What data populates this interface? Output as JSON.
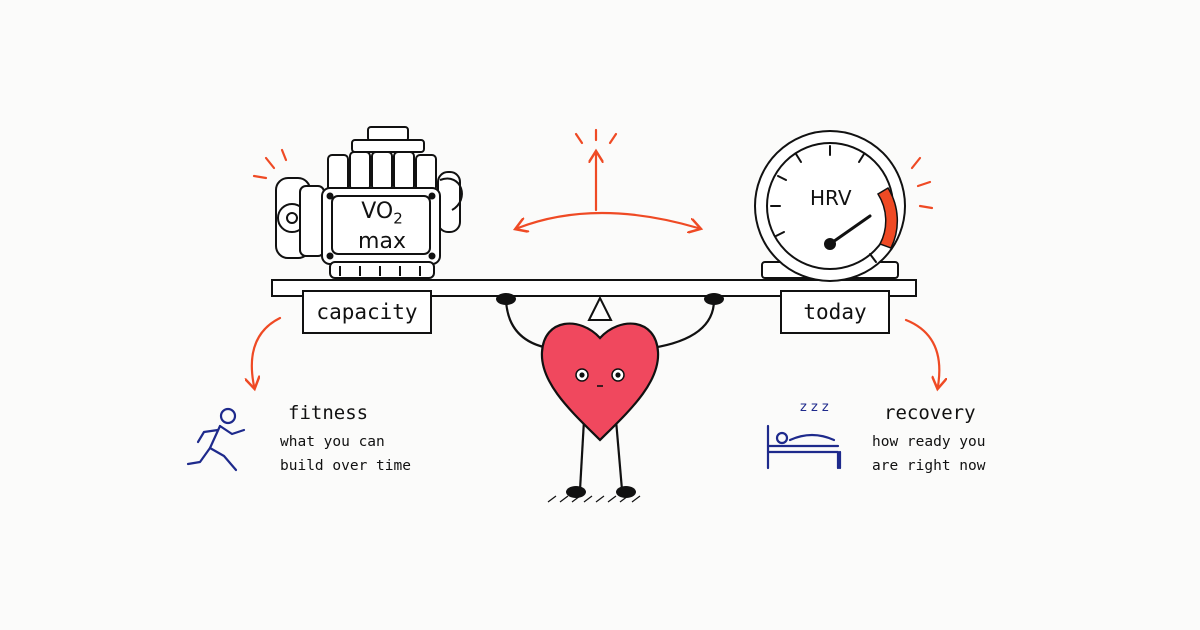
{
  "engine": {
    "label_main": "VO",
    "label_sub": "2",
    "label_line2": "max"
  },
  "gauge": {
    "label": "HRV"
  },
  "beam": {
    "left_label": "capacity",
    "right_label": "today"
  },
  "left_info": {
    "title": "fitness",
    "line1": "what you can",
    "line2": "build over time"
  },
  "right_info": {
    "title": "recovery",
    "line1": "how ready you",
    "line2": "are right now",
    "zzz": "z z z"
  },
  "colors": {
    "accent": "#ef4a24",
    "heart": "#f0485e",
    "blue": "#1e2a8c",
    "ink": "#111111"
  },
  "icons": [
    "engine-icon",
    "gauge-icon",
    "heart-character",
    "runner-icon",
    "bed-icon",
    "up-arrow-icon",
    "balance-arrow-icon",
    "curved-arrow-icon"
  ]
}
